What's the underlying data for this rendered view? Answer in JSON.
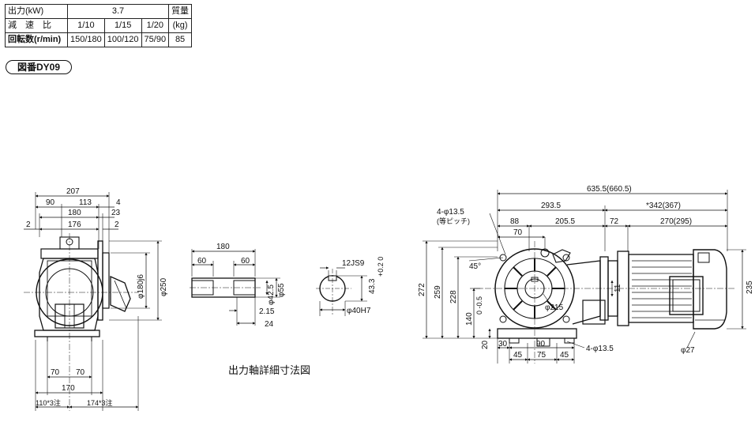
{
  "spec_table": {
    "rows": [
      {
        "header": "出力(kW)",
        "cells": [
          "3.7"
        ],
        "extra": "質量"
      },
      {
        "header": "減　速　比",
        "cells": [
          "1/10",
          "1/15",
          "1/20"
        ],
        "extra": "(kg)"
      },
      {
        "header": "回転数(r/min)",
        "cells": [
          "150/180",
          "100/120",
          "75/90"
        ],
        "extra": "85"
      }
    ]
  },
  "figure_label": "図番DY09",
  "caption": "出力軸詳細寸法図",
  "front_view": {
    "dims": [
      "207",
      "90",
      "113",
      "4",
      "180",
      "23",
      "2",
      "176",
      "2",
      "70",
      "70",
      "170",
      "110*3注",
      "174*3注",
      "φ250",
      "φ180j6"
    ]
  },
  "shaft_detail": {
    "dims": [
      "180",
      "60",
      "60",
      "φ42.5",
      "φ55",
      "2.15",
      "24"
    ]
  },
  "shaft_section": {
    "dims": [
      "12JS9",
      "43.3",
      "+0.2 0",
      "φ40H7"
    ]
  },
  "side_view": {
    "dims": [
      "635.5(660.5)",
      "293.5",
      "*342(367)",
      "4-φ13.5",
      "(等ピッチ)",
      "88",
      "205.5",
      "72",
      "270(295)",
      "70",
      "45°",
      "272",
      "259",
      "228",
      "140",
      "0 -0.5",
      "11",
      "20",
      "φ215",
      "30",
      "90",
      "45",
      "75",
      "45",
      "4-φ13.5",
      "235",
      "φ27"
    ]
  }
}
